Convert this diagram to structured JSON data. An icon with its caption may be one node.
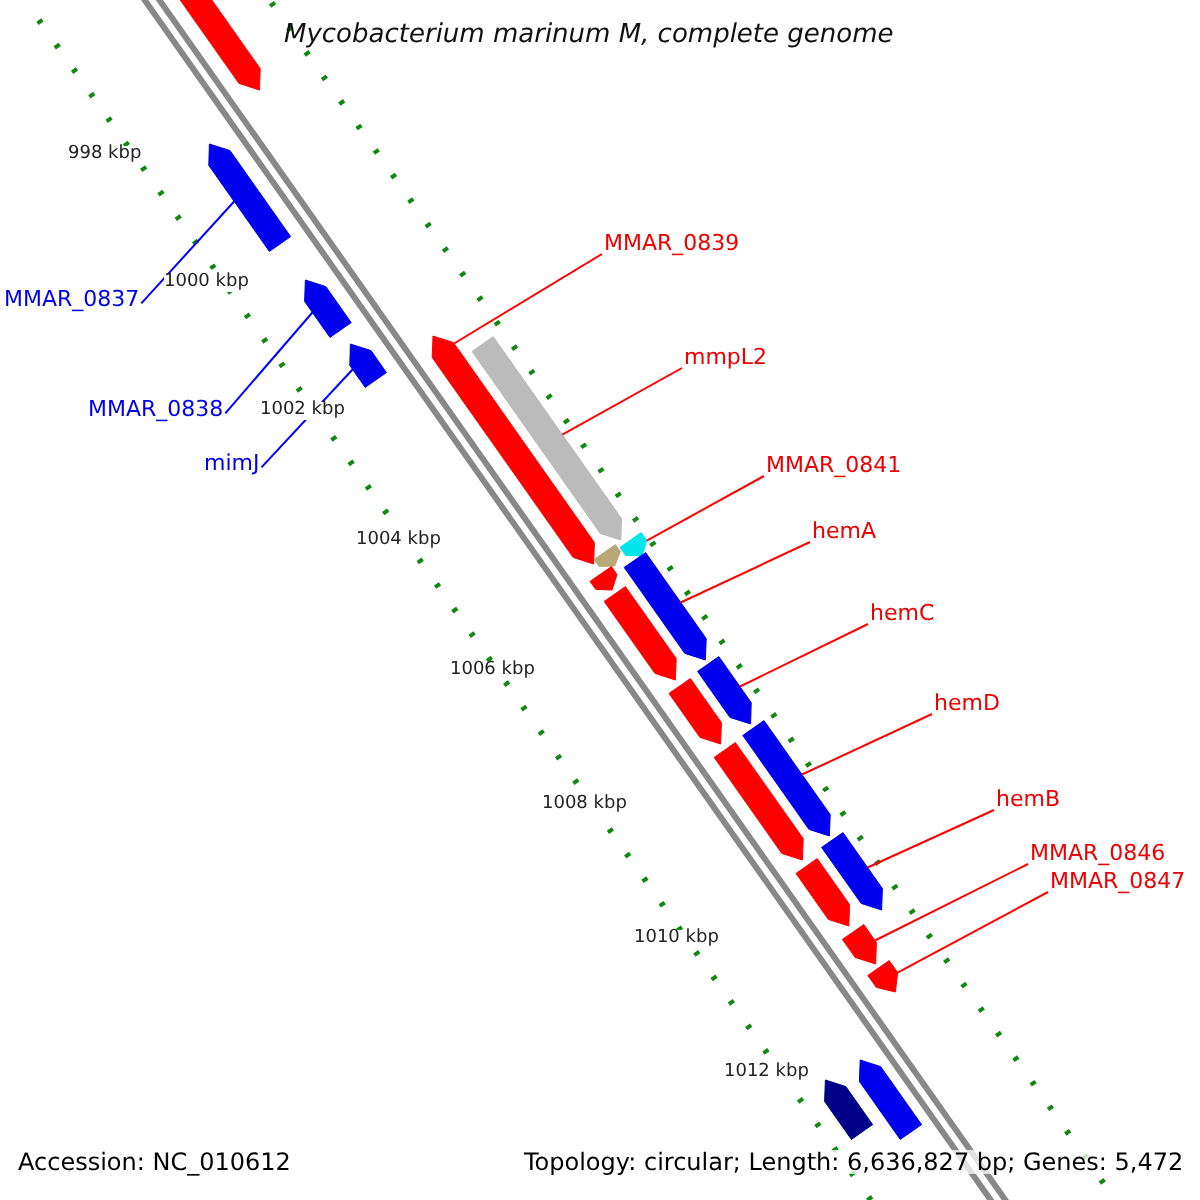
{
  "diagram": {
    "title": "Mycobacterium marinum M, complete genome",
    "nodes": [
      {
        "text": [
          "MMAR_0837"
        ]
      },
      {
        "text": [
          "MMAR_0838"
        ]
      },
      {
        "text": [
          "mimJ"
        ]
      },
      {
        "text": [
          "MMAR_0839"
        ]
      },
      {
        "text": [
          "mmpL2"
        ]
      },
      {
        "text": [
          "MMAR_0841"
        ]
      },
      {
        "text": [
          "hemA"
        ]
      },
      {
        "text": [
          "hemC"
        ]
      },
      {
        "text": [
          "hemD"
        ]
      },
      {
        "text": [
          "hemB"
        ]
      },
      {
        "text": [
          "MMAR_0846"
        ]
      },
      {
        "text": [
          "MMAR_0847"
        ]
      },
      {
        "text": [],
        "shape": "bar"
      },
      {
        "text": [],
        "shape": "bar"
      },
      {
        "text": [],
        "shape": "bar"
      },
      {
        "text": [],
        "shape": "bar"
      },
      {
        "text": [],
        "shape": "bar"
      },
      {
        "text": [],
        "shape": "bar"
      },
      {
        "text": [],
        "shape": "bar"
      },
      {
        "text": [],
        "shape": "bar"
      },
      {
        "text": [],
        "shape": "bar"
      },
      {
        "text": [],
        "shape": "bar"
      },
      {
        "text": [],
        "shape": "bar"
      },
      {
        "text": [],
        "shape": "bar"
      },
      {
        "text": [],
        "shape": "bar"
      },
      {
        "text": [],
        "shape": "bar"
      },
      {
        "text": [],
        "shape": "bar"
      },
      {
        "text": [],
        "shape": "bar"
      },
      {
        "text": [],
        "shape": "bar"
      },
      {
        "text": [],
        "shape": "bar"
      },
      {
        "text": [],
        "shape": "bar"
      },
      {
        "text": [],
        "shape": "bar"
      },
      {
        "text": [],
        "shape": "bar"
      },
      {
        "text": [],
        "shape": "bar"
      }
    ],
    "edges": [
      {
        "from": 0,
        "to": 13,
        "arrow": "none",
        "color": "#0000ff"
      },
      {
        "from": 1,
        "to": 14,
        "arrow": "none",
        "color": "#0000ff"
      },
      {
        "from": 2,
        "to": 15,
        "arrow": "none",
        "color": "#0000ff"
      },
      {
        "from": 3,
        "to": 16,
        "arrow": "none"
      },
      {
        "from": 4,
        "to": 18,
        "arrow": "none"
      },
      {
        "from": 5,
        "to": 20,
        "arrow": "none"
      },
      {
        "from": 6,
        "to": 28,
        "arrow": "none"
      },
      {
        "from": 7,
        "to": 29,
        "arrow": "none"
      },
      {
        "from": 8,
        "to": 30,
        "arrow": "none"
      },
      {
        "from": 9,
        "to": 31,
        "arrow": "none"
      },
      {
        "from": 10,
        "to": 26,
        "arrow": "none"
      },
      {
        "from": 11,
        "to": 27,
        "arrow": "none"
      }
    ],
    "labels": [
      "998 kbp",
      "1000 kbp",
      "1002 kbp",
      "1004 kbp",
      "1006 kbp",
      "1008 kbp",
      "1010 kbp",
      "1012 kbp",
      "Accession: NC_010612",
      "Topology: circular; Length: 6,636,827 bp; Genes: 5,472"
    ]
  }
}
